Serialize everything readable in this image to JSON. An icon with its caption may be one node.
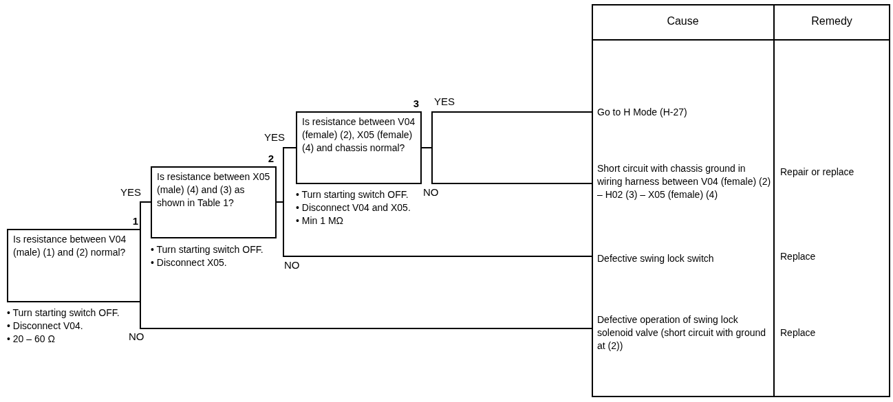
{
  "diagram": {
    "nodes": [
      {
        "text": [
          "1",
          "Is resistance between V04 (male) (1) and (2) normal?"
        ],
        "beside": [
          "• Turn starting switch OFF.",
          "• Disconnect V04.",
          "• 20 – 60 Ω"
        ]
      },
      {
        "text": [
          "2",
          "Is resistance between X05 (male) (4) and (3) as shown in Table 1?"
        ],
        "beside": [
          "• Turn starting switch OFF.",
          "• Disconnect X05."
        ]
      },
      {
        "text": [
          "3",
          "Is resistance between V04 (female) (2), X05 (female) (4) and chassis normal?"
        ],
        "beside": [
          "• Turn starting switch OFF.",
          "• Disconnect V04 and X05.",
          "• Min 1 MΩ"
        ]
      },
      {
        "text": [
          "Go to H Mode (H-27)"
        ]
      },
      {
        "text": [
          "Short circuit with chassis ground in wiring harness between V04 (female) (2) – H02 (3) – X05 (female) (4)"
        ]
      },
      {
        "text": [
          "Defective swing lock switch"
        ]
      },
      {
        "text": [
          "Defective operation of swing lock solenoid valve (short circuit with ground at (2))"
        ]
      }
    ],
    "edges": [
      {
        "from": 0,
        "to": 1,
        "arrow": "none",
        "label": "YES"
      },
      {
        "from": 0,
        "to": 6,
        "arrow": "none",
        "label": "NO"
      },
      {
        "from": 1,
        "to": 2,
        "arrow": "none",
        "label": "YES"
      },
      {
        "from": 1,
        "to": 5,
        "arrow": "none",
        "label": "NO"
      },
      {
        "from": 2,
        "to": 3,
        "arrow": "none",
        "label": "YES"
      },
      {
        "from": 2,
        "to": 4,
        "arrow": "none",
        "label": "NO"
      }
    ],
    "labels": [
      "Cause",
      "Remedy",
      "Repair or replace",
      "Replace",
      "Replace"
    ]
  }
}
